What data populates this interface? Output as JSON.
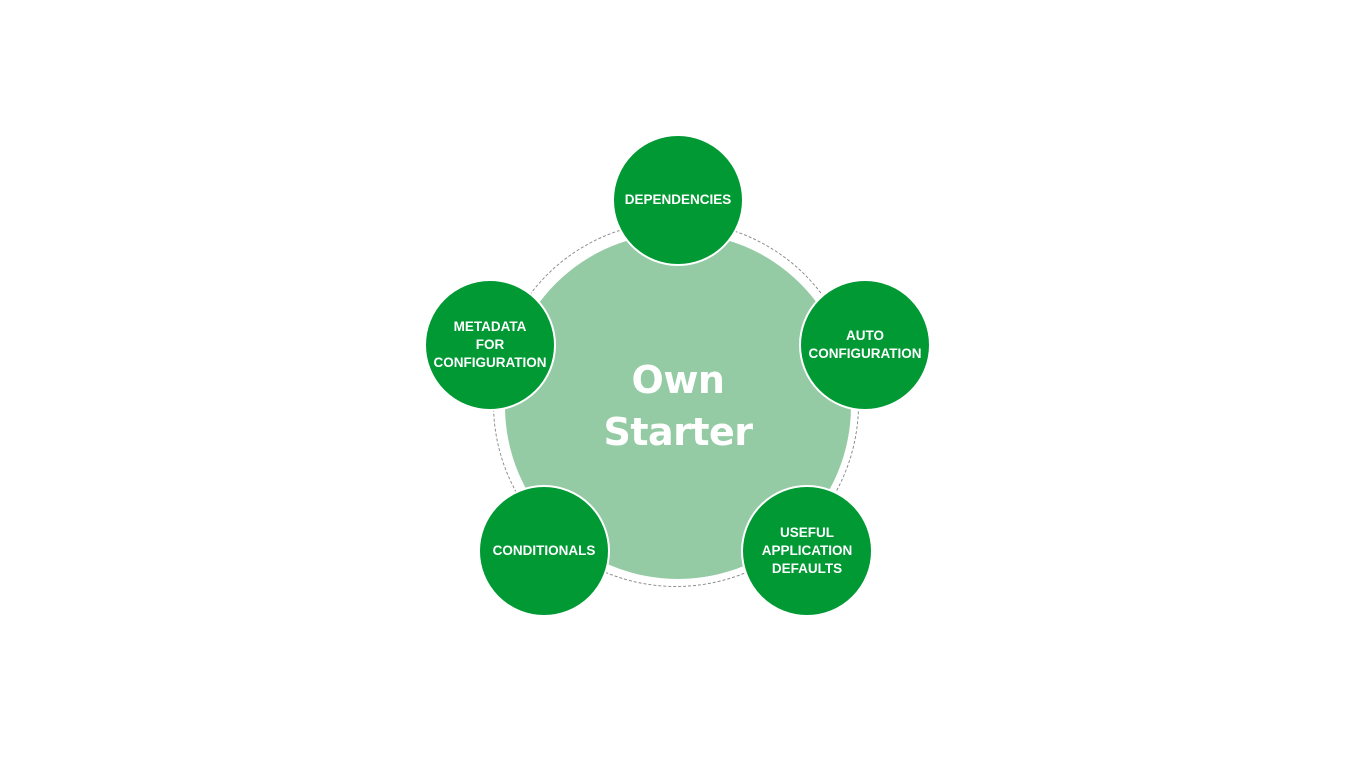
{
  "center": {
    "line1": "Own",
    "line2": "Starter"
  },
  "nodes": [
    {
      "label": "DEPENDENCIES"
    },
    {
      "label": "AUTO\nCONFIGURATION"
    },
    {
      "label": "USEFUL\nAPPLICATION\nDEFAULTS"
    },
    {
      "label": "CONDITIONALS"
    },
    {
      "label": "METADATA\nFOR\nCONFIGURATION"
    }
  ],
  "colors": {
    "center_fill": "#94cba4",
    "node_fill": "#009934",
    "text": "#ffffff",
    "ring": "#8a8a8a"
  }
}
